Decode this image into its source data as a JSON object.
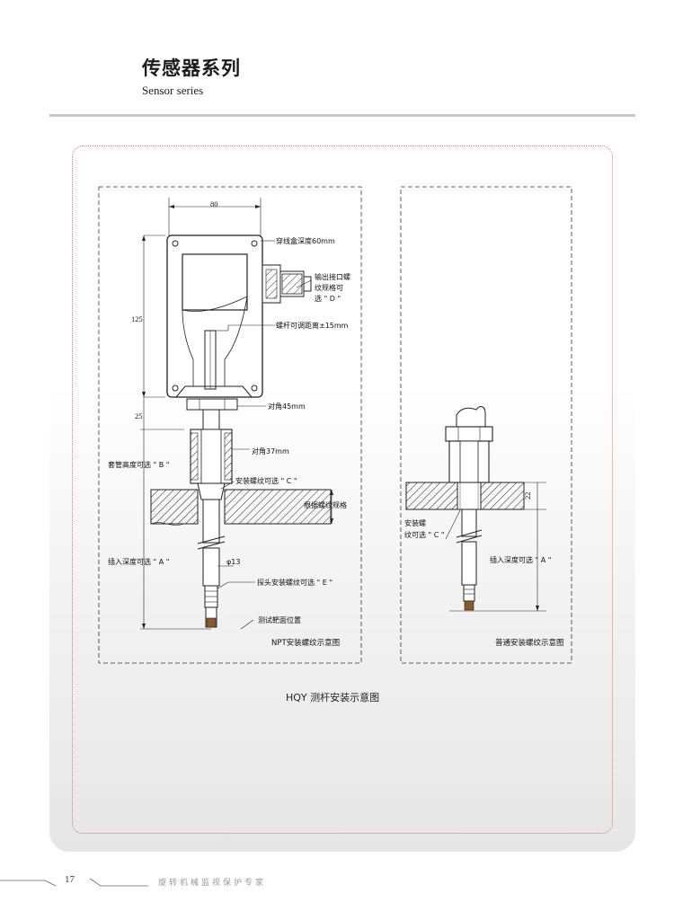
{
  "header": {
    "title": "传感器系列",
    "subtitle": "Sensor series"
  },
  "figure": {
    "caption": "HQY 测杆安装示意图",
    "left_diagram": {
      "dim_width": "80",
      "dim_height": "125",
      "dim_25": "25",
      "label_box_depth": "穿线盒深度60mm",
      "label_output_1": "输出接口螺",
      "label_output_2": "纹规格可",
      "label_output_3": "选 \" D \"",
      "label_screw_adjust": "螺杆可调距离±15mm",
      "label_diag45": "对角45mm",
      "label_sleeve_height": "套管高度可选 \" B \"",
      "label_diag37": "对角37mm",
      "label_install_thread": "安装螺纹可选 \" C \"",
      "label_by_thread": "根据螺纹规格",
      "label_insert_depth": "插入深度可选 \" A \"",
      "label_phi13": "φ13",
      "label_probe_thread": "探头安装螺纹可选 \" E \"",
      "label_target": "测试靶面位置",
      "title": "NPT安装螺纹示意图"
    },
    "right_diagram": {
      "dim_22": "22",
      "label_install_1": "安装螺",
      "label_install_2": "纹可选 \" C \"",
      "label_insert_depth": "插入深度可选 \" A \"",
      "title": "普通安装螺纹示意图"
    }
  },
  "footer": {
    "page_number": "17",
    "slogan": "旋转机械监视保护专家"
  },
  "colors": {
    "panel_border": "#d27a7a",
    "rule": "#c8c8c8",
    "slogan": "#999999"
  }
}
